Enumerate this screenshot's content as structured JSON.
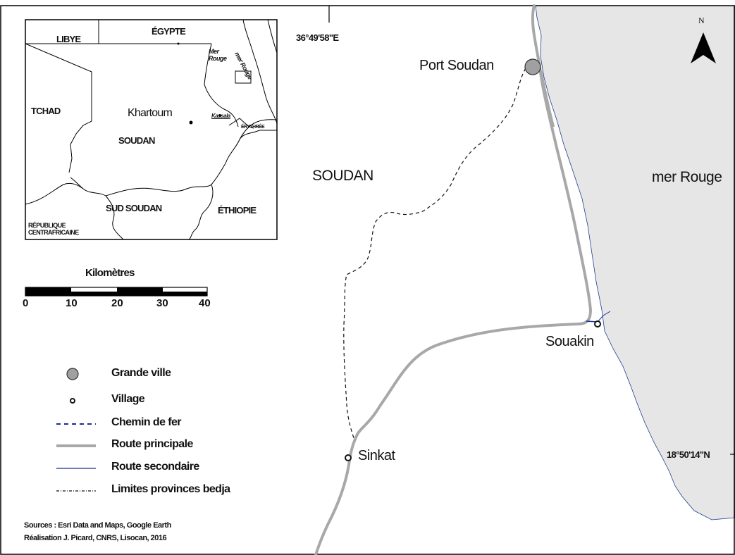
{
  "map": {
    "coordinates": {
      "longitude": "36°49'58\"E",
      "latitude": "18°50'14\"N"
    },
    "places": {
      "port_soudan": "Port Soudan",
      "souakin": "Souakin",
      "sinkat": "Sinkat",
      "soudan": "SOUDAN",
      "mer_rouge": "mer Rouge"
    },
    "north_arrow": {
      "label": "N",
      "icon": "north-arrow-icon"
    },
    "colors": {
      "sea": "#e6e6e6",
      "main_road": "#a8a8a8",
      "secondary_road": "#1a2f8f",
      "railway": "#1a2f8f",
      "city_fill": "#a0a0a0"
    }
  },
  "inset": {
    "libye": "LIBYE",
    "egypte": "ÉGYPTE",
    "mer_rouge_line1": "Mer",
    "mer_rouge_line2": "Rouge",
    "mer_rouge_vertical": "mer Rouge",
    "tchad": "TCHAD",
    "khartoum": "Khartoum",
    "soudan": "SOUDAN",
    "erythree": "ÉRYTHRÉE",
    "kassala": "Kassala",
    "sud_soudan": "SUD SOUDAN",
    "ethiopie": "ÉTHIOPIE",
    "rca_line1": "RÉPUBLIQUE",
    "rca_line2": "CENTRAFRICAINE"
  },
  "scale": {
    "title": "Kilomètres",
    "ticks": [
      "0",
      "10",
      "20",
      "30",
      "40"
    ]
  },
  "legend": {
    "items": [
      {
        "symbol": "large-city-symbol",
        "label": "Grande ville"
      },
      {
        "symbol": "village-symbol",
        "label": "Village"
      },
      {
        "symbol": "railway-line",
        "label": "Chemin de fer"
      },
      {
        "symbol": "main-road-line",
        "label": "Route principale"
      },
      {
        "symbol": "secondary-road-line",
        "label": "Route secondaire"
      },
      {
        "symbol": "province-boundary-line",
        "label": "Limites provinces bedja"
      }
    ]
  },
  "sources": {
    "line1": "Sources : Esri Data and Maps, Google Earth",
    "line2": "Réalisation J. Picard, CNRS, Lisocan, 2016"
  }
}
